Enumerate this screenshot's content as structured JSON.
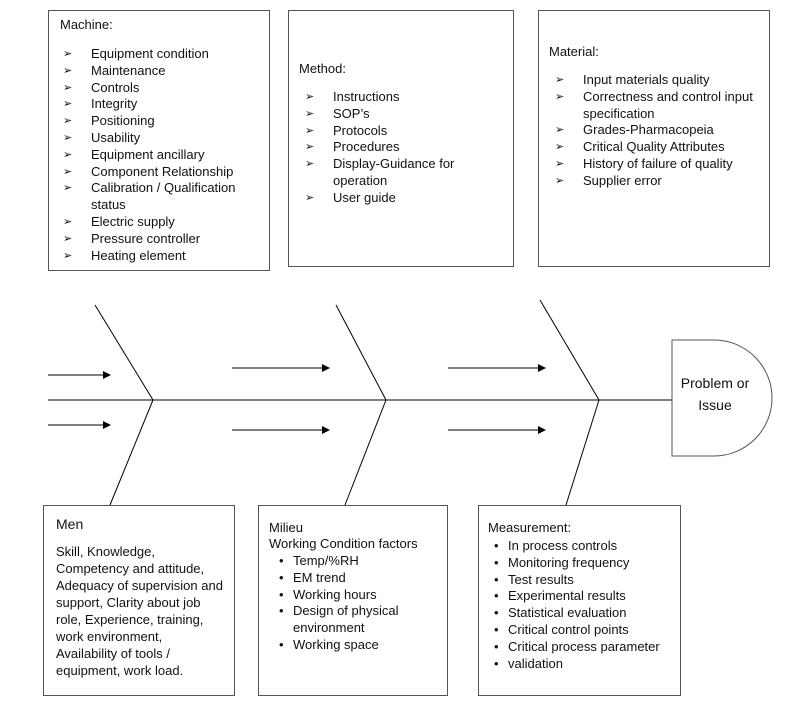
{
  "machine": {
    "title": "Machine:",
    "items": [
      "Equipment condition",
      "Maintenance",
      "Controls",
      "Integrity",
      "Positioning",
      "Usability",
      "Equipment ancillary",
      "Component Relationship",
      "Calibration / Qualification status",
      "Electric supply",
      "Pressure controller",
      "Heating element"
    ]
  },
  "method": {
    "title": "Method:",
    "items": [
      "Instructions",
      "SOP’s",
      "Protocols",
      "Procedures",
      "Display-Guidance for operation",
      "User guide"
    ]
  },
  "material": {
    "title": "Material:",
    "items": [
      "Input materials quality",
      "Correctness and control input specification",
      "Grades-Pharmacopeia",
      "Critical Quality Attributes",
      "History of failure of quality",
      "Supplier error"
    ]
  },
  "men": {
    "title": "Men",
    "text": "Skill, Knowledge, Competency and attitude, Adequacy of supervision and support, Clarity about job role, Experience, training, work environment, Availability of tools / equipment, work load."
  },
  "milieu": {
    "title": "Milieu",
    "subtitle": "Working Condition factors",
    "items": [
      "Temp/%RH",
      "EM trend",
      "Working hours",
      "Design of physical environment",
      "Working space"
    ]
  },
  "measurement": {
    "title": "Measurement:",
    "items": [
      "In process controls",
      "Monitoring frequency",
      "Test results",
      "Experimental results",
      "Statistical evaluation",
      "Critical control points",
      "Critical process parameter",
      "validation"
    ]
  },
  "head": {
    "label": "Problem or Issue"
  }
}
